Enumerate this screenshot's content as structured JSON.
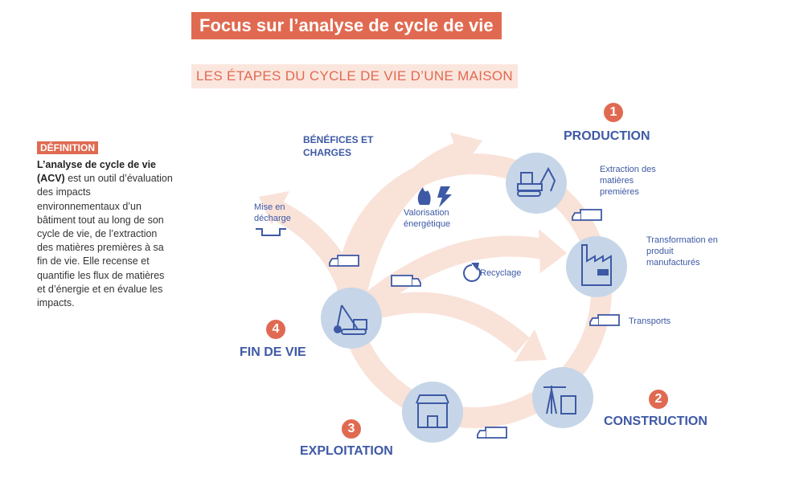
{
  "header": {
    "title": "Focus sur l’analyse de cycle de vie",
    "subtitle": "LES ÉTAPES DU CYCLE DE VIE D’UNE MAISON"
  },
  "definition": {
    "label": "DÉFINITION",
    "bold": "L’analyse de cycle de vie (ACV)",
    "text": " est un outil d’évaluation des impacts environnementaux d’un bâtiment tout au long de son cycle de vie, de l’extraction des matières premières à sa fin de vie. Elle recense et quantifie les flux de matières et d’énergie et en évalue les impacts."
  },
  "stages": [
    {
      "num": "1",
      "name": "PRODUCTION"
    },
    {
      "num": "2",
      "name": "CONSTRUCTION"
    },
    {
      "num": "3",
      "name": "EXPLOITATION"
    },
    {
      "num": "4",
      "name": "FIN DE VIE"
    }
  ],
  "labels": {
    "benefices": "BÉNÉFICES ET CHARGES",
    "decharge": "Mise en décharge",
    "valorisation": "Valorisation énergétique",
    "recyclage": "Recyclage",
    "extraction": "Extraction des matières premières",
    "transformation": "Transformation en produit manufacturés",
    "transports": "Transports"
  },
  "colors": {
    "accent": "#e06a51",
    "blue": "#3e59a5",
    "circle": "#c6d6e8",
    "arrow": "#f9e2d8"
  }
}
